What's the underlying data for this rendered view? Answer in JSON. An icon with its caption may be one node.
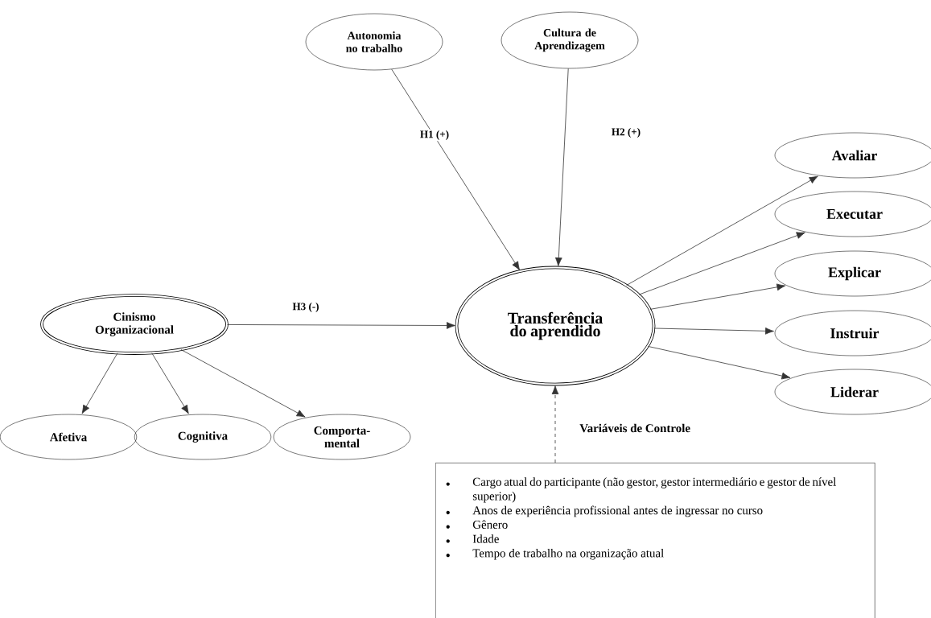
{
  "diagram": {
    "nodes": [
      {
        "text": [
          "Autonomia no trabalho"
        ]
      },
      {
        "text": [
          "Cultura de Aprendizagem"
        ]
      },
      {
        "text": [
          "Transferência do aprendido"
        ]
      },
      {
        "text": [
          "Cinismo Organizacional"
        ]
      },
      {
        "text": [
          "Afetiva"
        ]
      },
      {
        "text": [
          "Cognitiva"
        ]
      },
      {
        "text": [
          "Comporta- mental"
        ]
      },
      {
        "text": [
          "Avaliar"
        ]
      },
      {
        "text": [
          "Executar"
        ]
      },
      {
        "text": [
          "Explicar"
        ]
      },
      {
        "text": [
          "Instruir"
        ]
      },
      {
        "text": [
          "Liderar"
        ]
      },
      {
        "text": [
          "Variáveis de Controle",
          "Cargo atual do participante (não gestor, gestor intermediário e gestor de nível superior)",
          "Anos de experiência profissional antes de ingressar no curso",
          "Gênero",
          "Idade",
          "Tempo de trabalho na organização atual"
        ]
      }
    ],
    "edges": [
      {
        "from": 0,
        "to": 2,
        "arrow": "to",
        "label": "H1 (+)"
      },
      {
        "from": 1,
        "to": 2,
        "arrow": "to",
        "label": "H2 (+)"
      },
      {
        "from": 3,
        "to": 2,
        "arrow": "to",
        "label": "H3 (-)"
      },
      {
        "from": 3,
        "to": 4,
        "arrow": "to"
      },
      {
        "from": 3,
        "to": 5,
        "arrow": "to"
      },
      {
        "from": 3,
        "to": 6,
        "arrow": "to"
      },
      {
        "from": 2,
        "to": 7,
        "arrow": "to"
      },
      {
        "from": 2,
        "to": 8,
        "arrow": "to"
      },
      {
        "from": 2,
        "to": 9,
        "arrow": "to"
      },
      {
        "from": 2,
        "to": 10,
        "arrow": "to"
      },
      {
        "from": 2,
        "to": 11,
        "arrow": "to"
      },
      {
        "from": 12,
        "to": 2,
        "arrow": "to",
        "style": "dashed"
      }
    ]
  }
}
